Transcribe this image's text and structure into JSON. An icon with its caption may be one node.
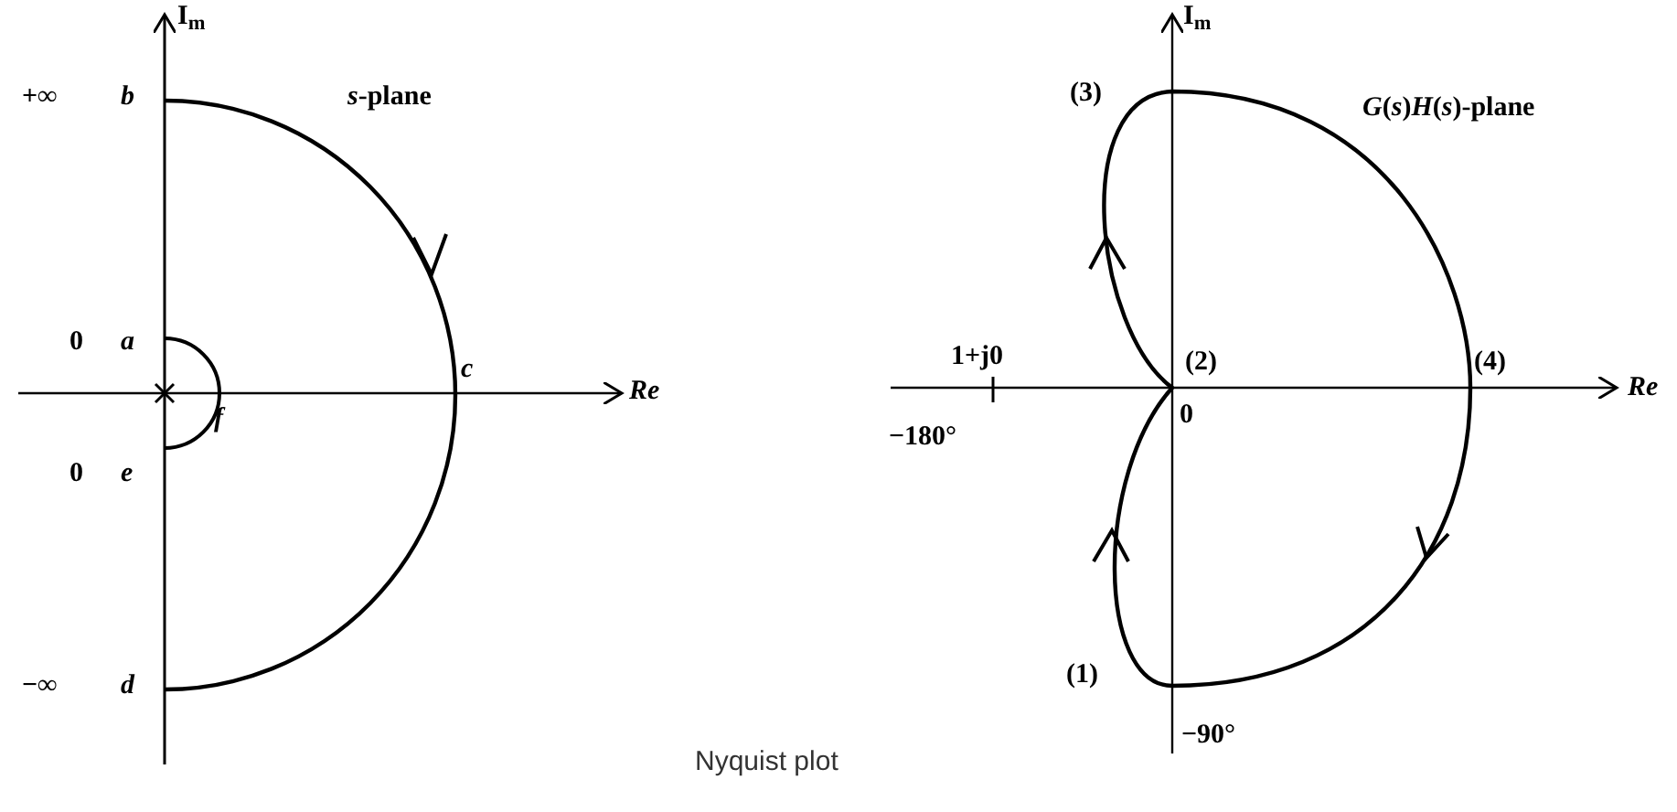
{
  "diagram": {
    "caption": "Nyquist plot",
    "labels": [
      "I$_{m}$",
      "+∞",
      "b",
      "*s*-plane",
      "0",
      "a",
      "c",
      "Re",
      "f",
      "0",
      "e",
      "−∞",
      "d",
      "I$_{m}$",
      "(3)",
      "*G*(*s*)*H*(*s*)-plane",
      "1+j0",
      "(2)",
      "(4)",
      "Re",
      "0",
      "−180°",
      "(1)",
      "−90°"
    ]
  }
}
